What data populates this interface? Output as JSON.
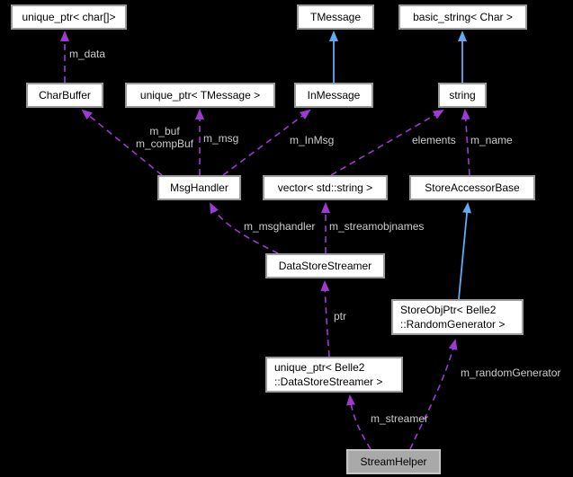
{
  "diagram": {
    "type": "collaboration-graph",
    "focus_node": "StreamHelper",
    "nodes": [
      {
        "id": "unique_ptr_char_array",
        "label": "unique_ptr< char[]>"
      },
      {
        "id": "tmessage",
        "label": "TMessage"
      },
      {
        "id": "basic_string_char",
        "label": "basic_string< Char >"
      },
      {
        "id": "charbuffer",
        "label": "CharBuffer"
      },
      {
        "id": "unique_ptr_tmessage",
        "label": "unique_ptr< TMessage >"
      },
      {
        "id": "inmessage",
        "label": "InMessage"
      },
      {
        "id": "string",
        "label": "string"
      },
      {
        "id": "msghandler",
        "label": "MsgHandler"
      },
      {
        "id": "vector_std_string",
        "label": "vector< std::string >"
      },
      {
        "id": "storeaccessorbase",
        "label": "StoreAccessorBase"
      },
      {
        "id": "datastorestreamer",
        "label": "DataStoreStreamer"
      },
      {
        "id": "storeobjptr_randomgenerator",
        "lines": [
          "StoreObjPtr< Belle2",
          "::RandomGenerator >"
        ]
      },
      {
        "id": "unique_ptr_datastorestreamer",
        "lines": [
          "unique_ptr< Belle2",
          "::DataStoreStreamer >"
        ]
      },
      {
        "id": "streamhelper",
        "label": "StreamHelper",
        "highlighted": true
      }
    ],
    "edges": [
      {
        "from": "CharBuffer",
        "to": "unique_ptr< char[]>",
        "kind": "dashed",
        "label": "m_data"
      },
      {
        "from": "InMessage",
        "to": "TMessage",
        "kind": "solid",
        "label": ""
      },
      {
        "from": "string",
        "to": "basic_string< Char >",
        "kind": "solid",
        "label": ""
      },
      {
        "from": "MsgHandler",
        "to": "CharBuffer",
        "kind": "dashed",
        "label": "m_buf\nm_compBuf"
      },
      {
        "from": "MsgHandler",
        "to": "unique_ptr< TMessage >",
        "kind": "dashed",
        "label": "m_msg"
      },
      {
        "from": "MsgHandler",
        "to": "InMessage",
        "kind": "dashed",
        "label": "m_InMsg"
      },
      {
        "from": "vector< std::string >",
        "to": "string",
        "kind": "dashed",
        "label": "elements"
      },
      {
        "from": "StoreAccessorBase",
        "to": "string",
        "kind": "dashed",
        "label": "m_name"
      },
      {
        "from": "DataStoreStreamer",
        "to": "MsgHandler",
        "kind": "dashed",
        "label": "m_msghandler"
      },
      {
        "from": "DataStoreStreamer",
        "to": "vector< std::string >",
        "kind": "dashed",
        "label": "m_streamobjnames"
      },
      {
        "from": "StoreObjPtr< Belle2::RandomGenerator >",
        "to": "StoreAccessorBase",
        "kind": "solid",
        "label": ""
      },
      {
        "from": "unique_ptr< Belle2::DataStoreStreamer >",
        "to": "DataStoreStreamer",
        "kind": "dashed",
        "label": "ptr"
      },
      {
        "from": "StreamHelper",
        "to": "unique_ptr< Belle2::DataStoreStreamer >",
        "kind": "dashed",
        "label": "m_streamer"
      },
      {
        "from": "StreamHelper",
        "to": "StoreObjPtr< Belle2::RandomGenerator >",
        "kind": "dashed",
        "label": "m_randomGenerator"
      }
    ],
    "colors": {
      "background": "#000000",
      "node_fill": "#ffffff",
      "node_border": "#9b9b9b",
      "node_text": "#000000",
      "highlight_fill": "#a9a9a9",
      "usage_edge": "#9c3ad2",
      "inheritance_edge": "#61aaf5",
      "edge_label_text": "#cdcdcd"
    }
  }
}
